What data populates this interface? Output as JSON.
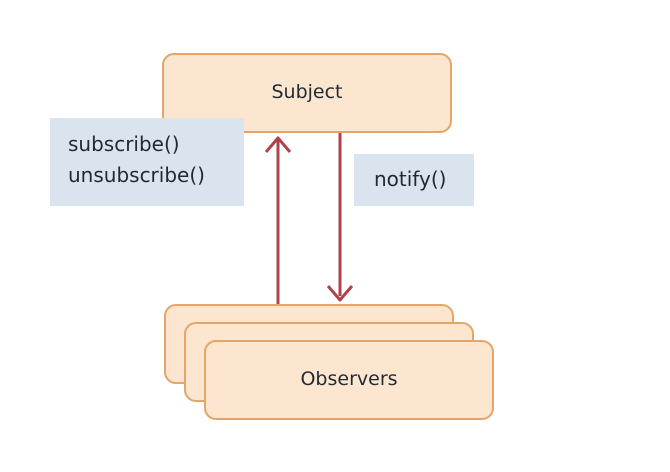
{
  "subject": {
    "label": "Subject"
  },
  "observers": {
    "label": "Observers"
  },
  "subscribe_note": {
    "lines": [
      "subscribe()",
      "unsubscribe()"
    ]
  },
  "notify_note": {
    "label": "notify()"
  },
  "colors": {
    "box_fill": "#fde6d0",
    "box_border": "#e4a46a",
    "note_fill": "#d9e4ef",
    "arrow": "#b0434a"
  }
}
